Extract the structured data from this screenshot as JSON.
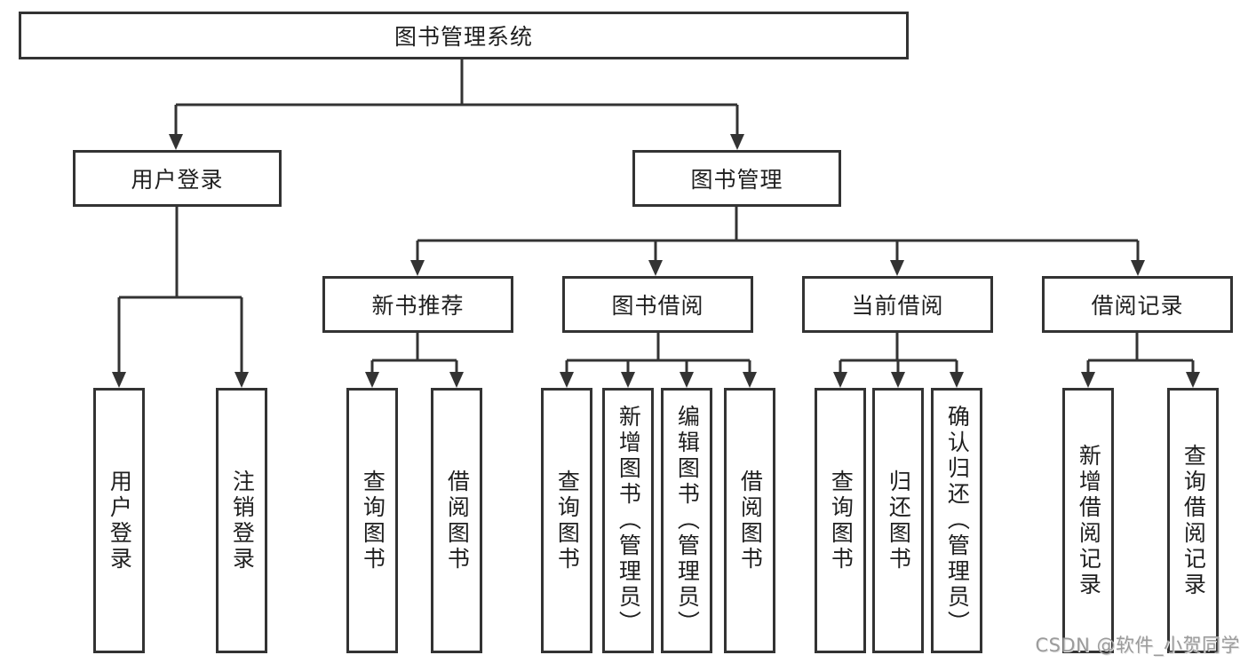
{
  "diagram": {
    "root": {
      "label": "图书管理系统"
    },
    "level2": [
      {
        "id": "user-login",
        "label": "用户登录"
      },
      {
        "id": "book-management",
        "label": "图书管理"
      }
    ],
    "level3": [
      {
        "id": "new-book-recommend",
        "label": "新书推荐"
      },
      {
        "id": "book-borrow",
        "label": "图书借阅"
      },
      {
        "id": "current-borrow",
        "label": "当前借阅"
      },
      {
        "id": "borrow-records",
        "label": "借阅记录"
      }
    ],
    "leaves": {
      "user_login": [
        {
          "label": "用户登录"
        },
        {
          "label": "注销登录"
        }
      ],
      "new_book": [
        {
          "label": "查询图书"
        },
        {
          "label": "借阅图书"
        }
      ],
      "book_borrow": [
        {
          "label": "查询图书"
        },
        {
          "label": "新增图书（管理员）"
        },
        {
          "label": "编辑图书（管理员）"
        },
        {
          "label": "借阅图书"
        }
      ],
      "current_borrow": [
        {
          "label": "查询图书"
        },
        {
          "label": "归还图书"
        },
        {
          "label": "确认归还（管理员）"
        }
      ],
      "borrow_records": [
        {
          "label": "新增借阅记录"
        },
        {
          "label": "查询借阅记录"
        }
      ]
    },
    "watermark": "CSDN @软件_小贺同学",
    "colors": {
      "line": "#333333",
      "border": "#333333",
      "text": "#1f1f1f",
      "watermark": "#9b9b9b",
      "background": "#ffffff"
    }
  }
}
